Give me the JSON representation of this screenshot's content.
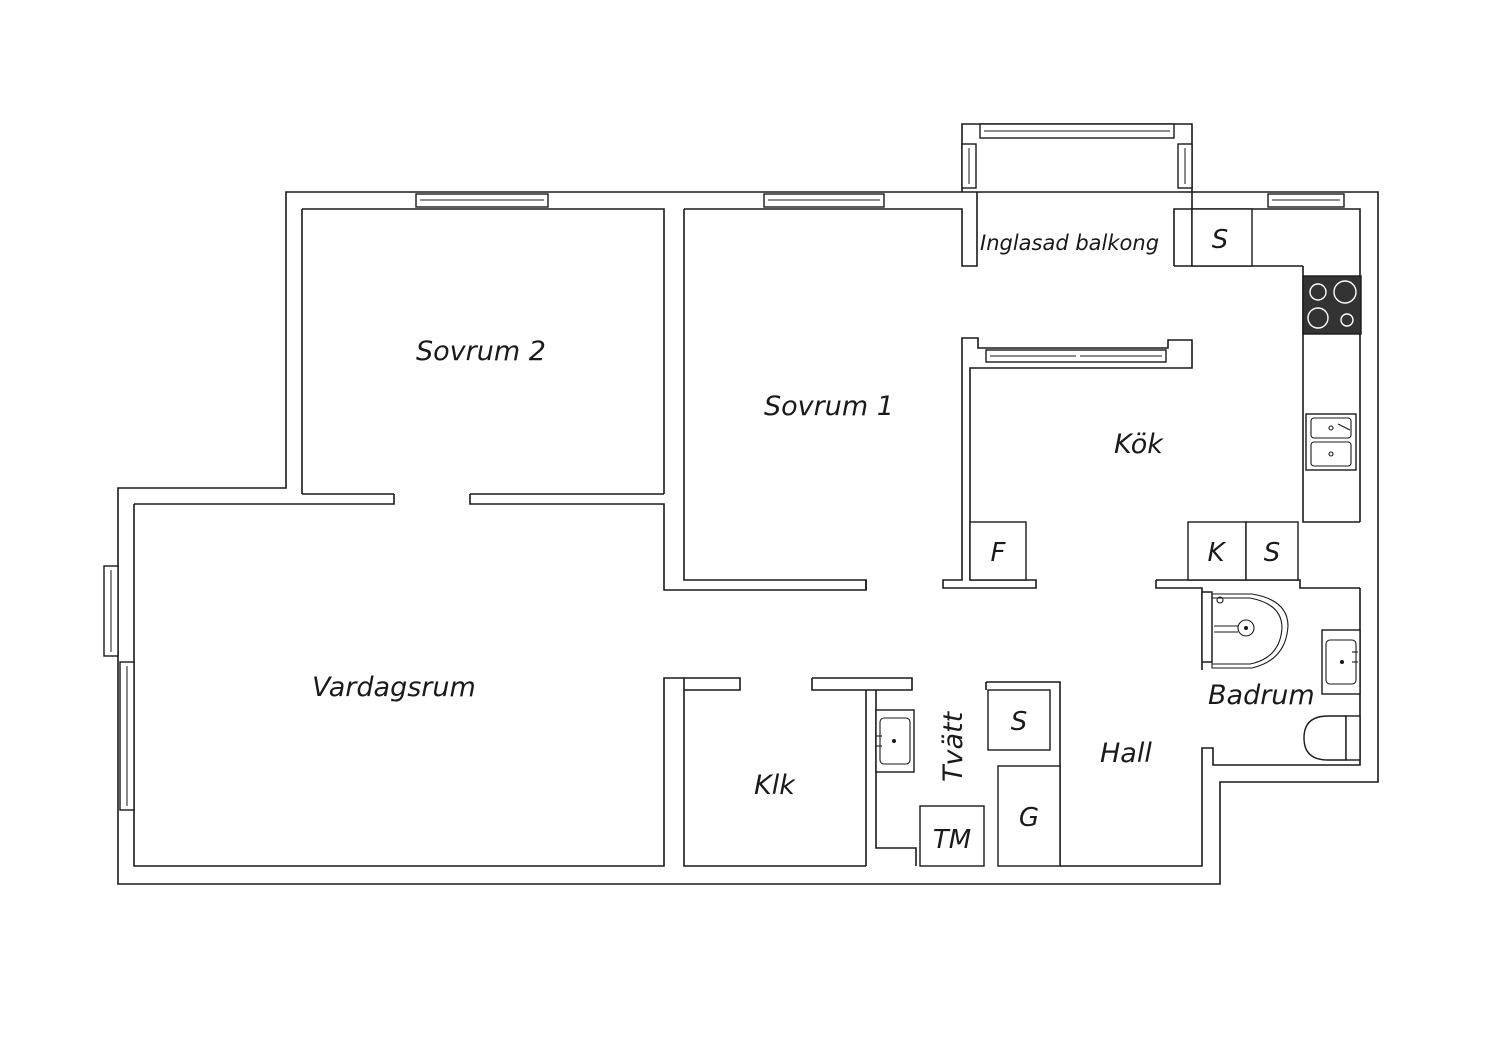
{
  "rooms": {
    "sovrum2": "Sovrum 2",
    "sovrum1": "Sovrum 1",
    "balcony": "Inglasad balkong",
    "kitchen": "Kök",
    "living": "Vardagsrum",
    "closet": "Klk",
    "laundry": "Tvätt",
    "hall": "Hall",
    "bathroom": "Badrum"
  },
  "fixtures": {
    "balcony_storage": "S",
    "fridge": "F",
    "kitchen_k": "K",
    "kitchen_s": "S",
    "laundry_storage": "S",
    "dryer": "TM",
    "hall_storage": "G"
  },
  "colors": {
    "line": "#1a1a1a",
    "background": "#ffffff",
    "hob": "#333333"
  }
}
